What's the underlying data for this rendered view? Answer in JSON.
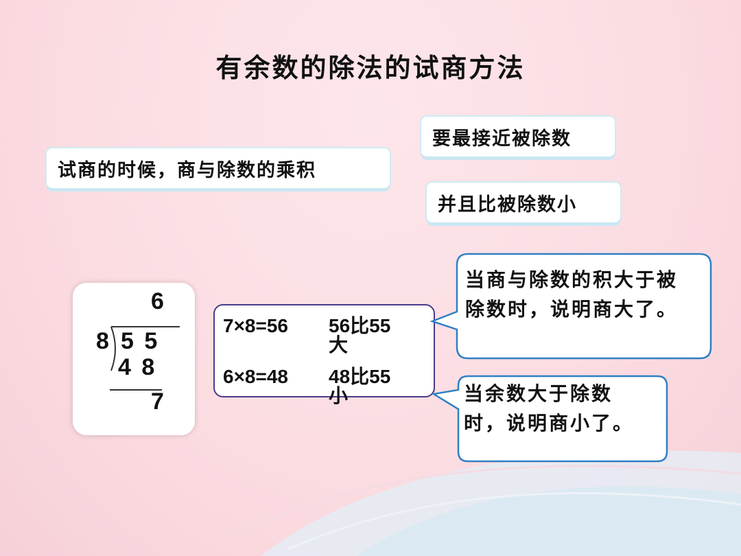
{
  "title": "有余数的除法的试商方法",
  "tags": {
    "t1": "试商的时候，商与除数的乘积",
    "t2": "要最接近被除数",
    "t3": "并且比被除数小"
  },
  "division": {
    "quotient": "6",
    "divisor": "8",
    "dividend": "5 5",
    "product": "4 8",
    "remainder": "7"
  },
  "calc": {
    "line1": "7×8=56",
    "comp1": "56比55大",
    "line2": "6×8=48",
    "comp2": "48比55小"
  },
  "bubbles": {
    "b1_line1": "当商与除数的积大于被",
    "b1_line2": "除数时，说明商大了。",
    "b2_line1": "当余数大于除数",
    "b2_line2": "时，说明商小了。"
  },
  "colors": {
    "bubble_border": "#2f7fc4",
    "calc_border": "#4a3a8a",
    "tag_shadow": "#c9e7f2"
  }
}
